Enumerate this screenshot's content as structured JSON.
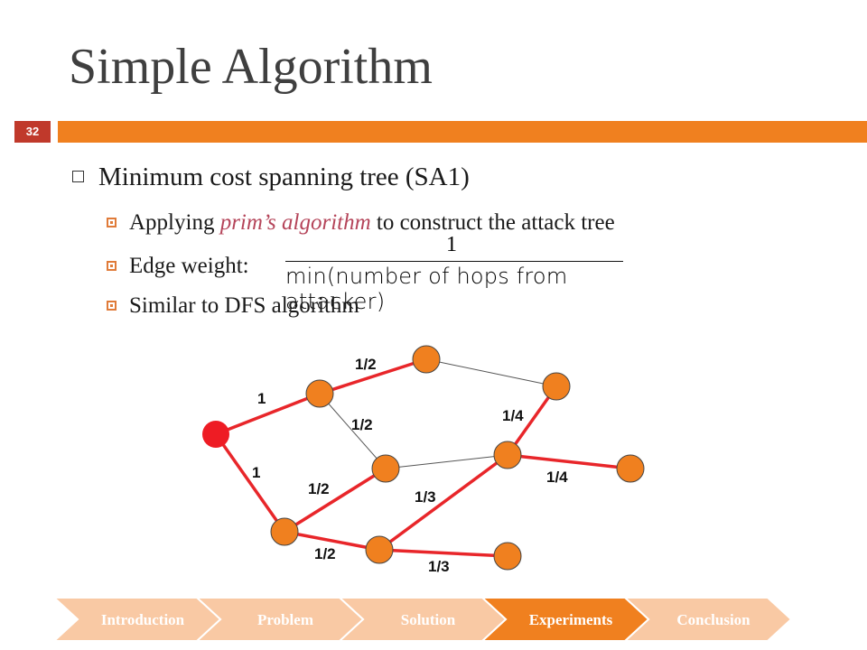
{
  "slide": {
    "title": "Simple Algorithm",
    "number": "32"
  },
  "bullets": {
    "main": "Minimum cost spanning tree (SA1)",
    "sub1_pre": "Applying ",
    "sub1_em": "prim’s algorithm",
    "sub1_post": " to construct the attack tree",
    "sub2": "Edge weight:",
    "sub3": "Similar to DFS algorithm"
  },
  "formula": {
    "numerator": "1",
    "denominator": "min(number of hops from attacker)"
  },
  "graph": {
    "edge_labels": [
      "1/2",
      "1",
      "1/2",
      "1/4",
      "1",
      "1/2",
      "1/3",
      "1/4",
      "1/2",
      "1/3"
    ],
    "colors": {
      "tree_edge": "#e8262a",
      "plain_edge": "#555555",
      "node": "#f0801f",
      "root": "#ee1c24"
    }
  },
  "nav": {
    "items": [
      "Introduction",
      "Problem",
      "Solution",
      "Experiments",
      "Conclusion"
    ],
    "active": "Experiments",
    "colors": {
      "inactive": "#f9c9a4",
      "active": "#f0801f"
    }
  }
}
